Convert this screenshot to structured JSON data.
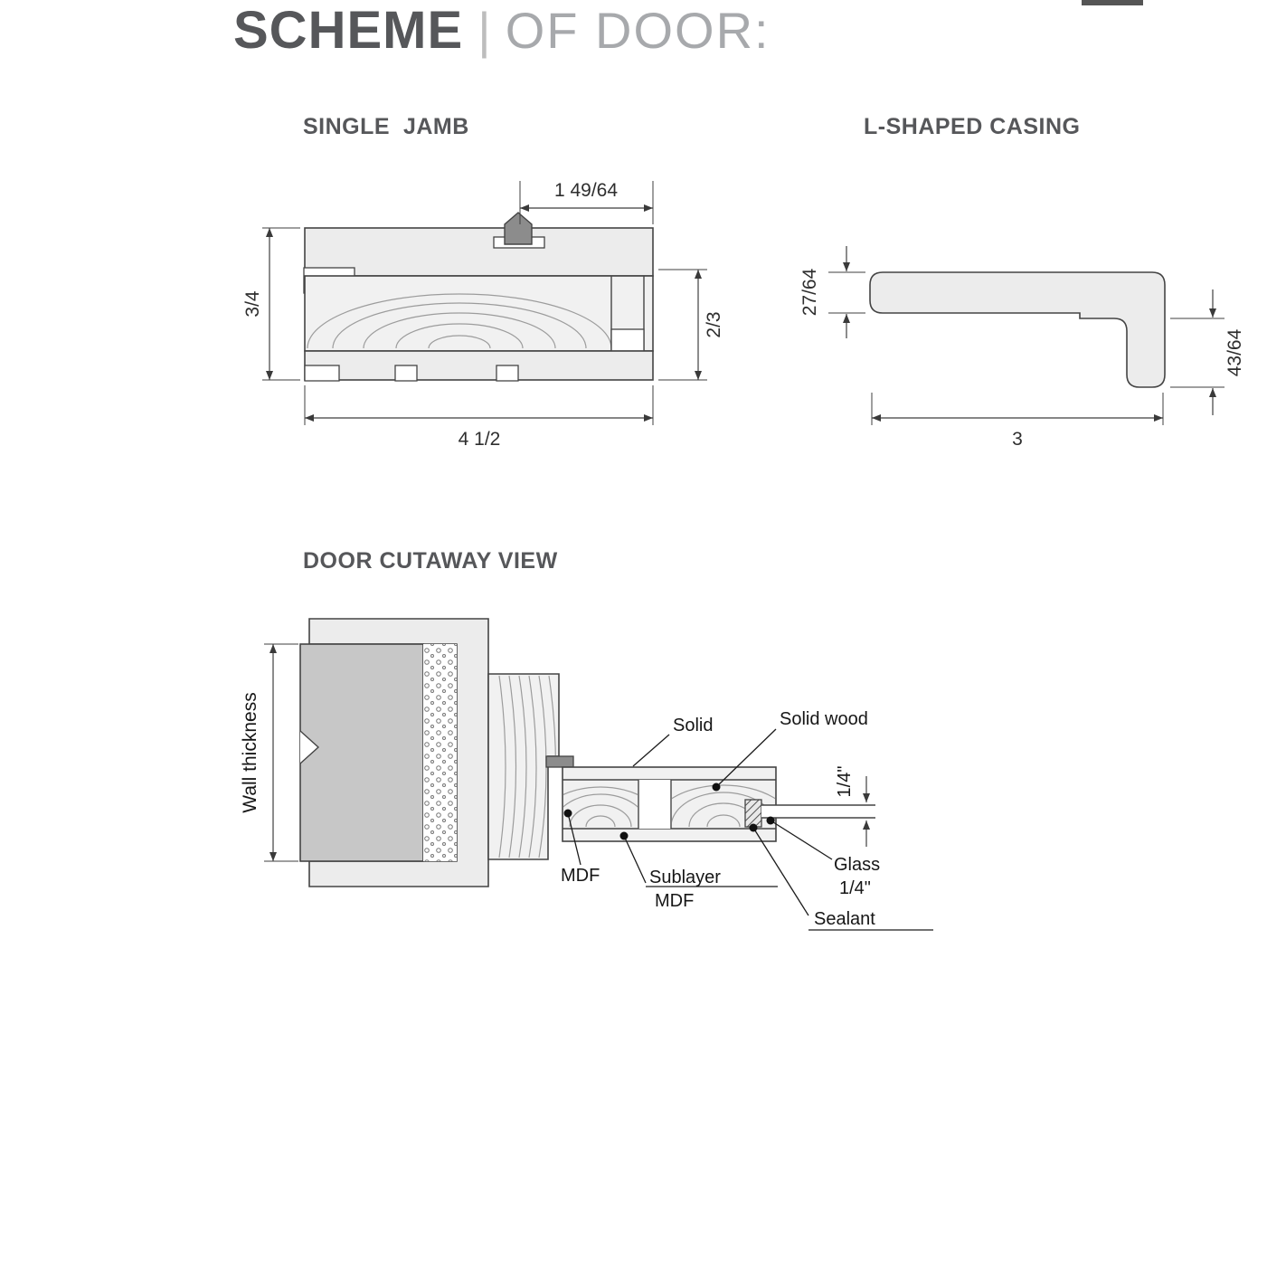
{
  "title": {
    "primary": "SCHEME",
    "divider": "|",
    "secondary": "OF DOOR:"
  },
  "single_jamb": {
    "heading": "SINGLE  JAMB",
    "dim_top": "1 49/64",
    "dim_left": "3/4",
    "dim_right": "2/3",
    "dim_bottom": "4 1/2"
  },
  "l_casing": {
    "heading": "L-SHAPED CASING",
    "dim_left": "27/64",
    "dim_right": "43/64",
    "dim_bottom": "3"
  },
  "cutaway": {
    "heading": "DOOR CUTAWAY VIEW",
    "label_wall": "Wall thickness",
    "label_solid": "Solid",
    "label_solid_wood": "Solid wood",
    "label_glass_gap": "1/4\"",
    "label_mdf": "MDF",
    "label_sublayer_1": "Sublayer",
    "label_sublayer_2": "MDF",
    "label_glass_1": "Glass",
    "label_glass_2": "1/4\"",
    "label_sealant": "Sealant"
  },
  "colors": {
    "heading_gray": "#56575a",
    "light_part": "#ececec",
    "wall_gray": "#c7c7c7",
    "line": "#3f3f3f",
    "gasket_gray": "#8c8c8c"
  }
}
